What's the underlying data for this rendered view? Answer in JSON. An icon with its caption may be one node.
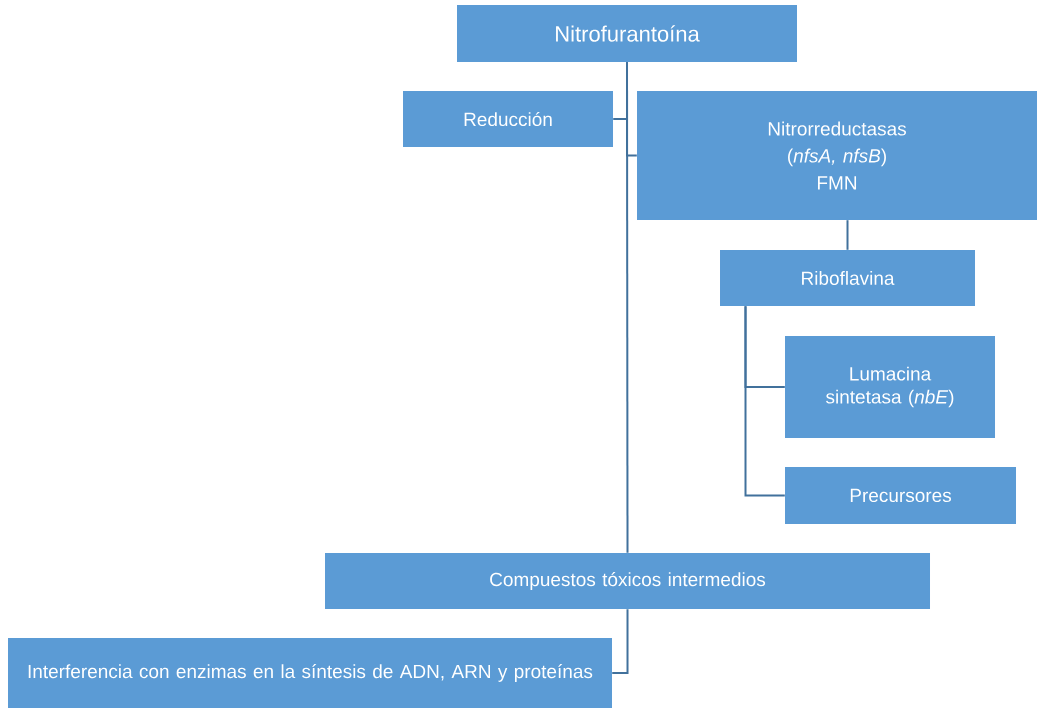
{
  "diagram": {
    "nodes": [
      {
        "text": [
          "Nitrofurantoína"
        ]
      },
      {
        "text": [
          "Reducción"
        ]
      },
      {
        "text": [
          "Nitrorreductasas",
          "(*nfsA, nfsB*)",
          "FMN"
        ]
      },
      {
        "text": [
          "Riboflavina"
        ]
      },
      {
        "text": [
          "Lumacina sintetasa (*nbE*)"
        ]
      },
      {
        "text": [
          "Precursores"
        ]
      },
      {
        "text": [
          "Compuestos tóxicos intermedios"
        ]
      },
      {
        "text": [
          "Interferencia con enzimas en la síntesis de ADN, ARN y proteínas"
        ]
      }
    ],
    "edges": [
      {
        "from": 0,
        "to": 1,
        "arrow": "none"
      },
      {
        "from": 0,
        "to": 2,
        "arrow": "none"
      },
      {
        "from": 0,
        "to": 6,
        "arrow": "none"
      },
      {
        "from": 2,
        "to": 3,
        "arrow": "none"
      },
      {
        "from": 3,
        "to": 4,
        "arrow": "none"
      },
      {
        "from": 3,
        "to": 5,
        "arrow": "none"
      },
      {
        "from": 6,
        "to": 7,
        "arrow": "none"
      }
    ]
  }
}
